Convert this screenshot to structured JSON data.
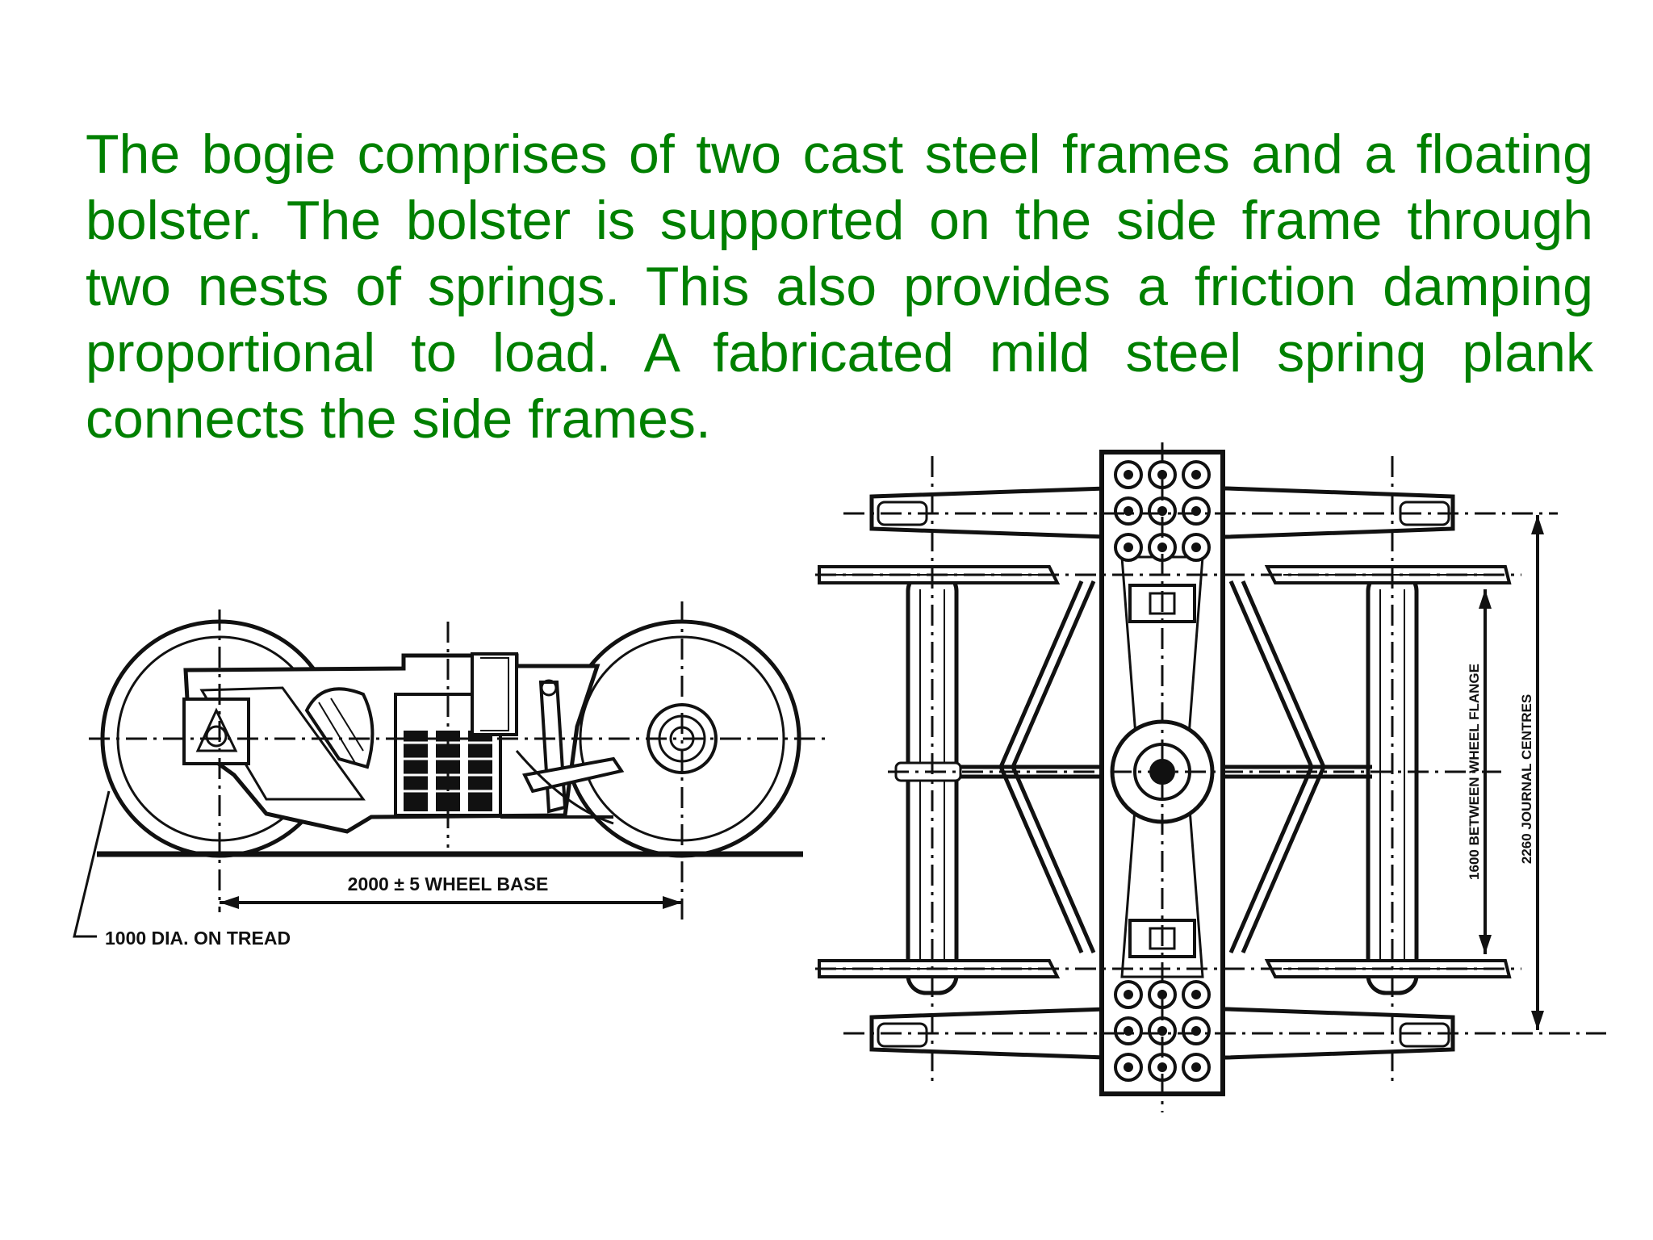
{
  "slide": {
    "paragraph": "The bogie comprises of two cast steel frames and a floating bolster. The bolster is supported on the side frame through two nests of springs. This also provides a friction damping proportional to load. A fabricated mild steel spring plank connects the side frames."
  },
  "side_view": {
    "wheel_base_label": "2000 ± 5 WHEEL BASE",
    "wheel_dia_label": "1000 DIA. ON TREAD"
  },
  "plan_view": {
    "flange_label": "1600 BETWEEN WHEEL FLANGE",
    "journal_label": "2260 JOURNAL CENTRES"
  }
}
